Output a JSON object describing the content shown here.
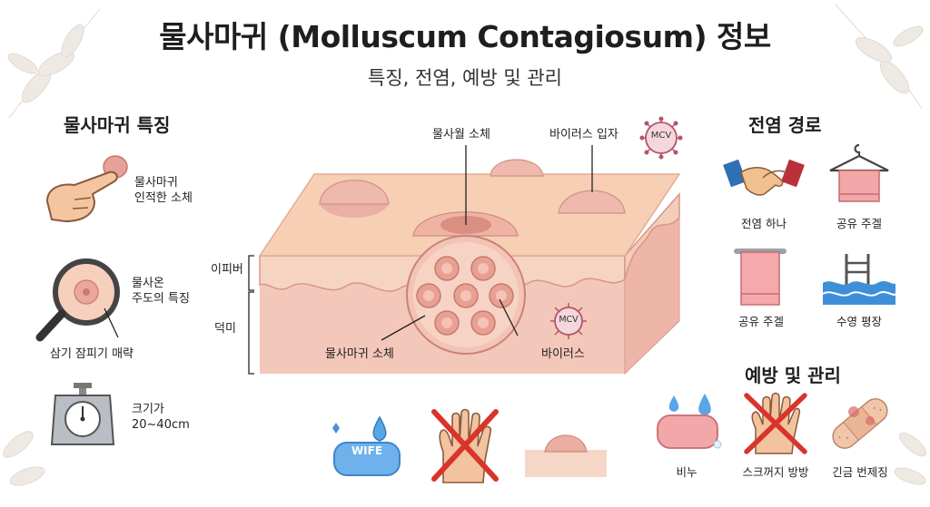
{
  "title": "물사마귀 (Molluscum Contagiosum) 정보",
  "subtitle": "특징, 전염, 예방 및 관리",
  "features": {
    "heading": "물사마귀 특징",
    "items": [
      {
        "text": "물사마귀\n인적한 소체",
        "icon": "finger-touch-icon"
      },
      {
        "text": "물사온\n주도의 특징",
        "icon": "magnifier-icon"
      },
      {
        "text": "삼기 잠피기 매략",
        "icon": "magnifier-caption"
      },
      {
        "text": "크기가\n20~40cm",
        "icon": "scale-icon"
      }
    ]
  },
  "diagram": {
    "label_top_body": "물사월 소체",
    "label_virus_particle": "바이러스 입자",
    "label_virus_badge": "MCV",
    "label_epidermis": "이피버",
    "label_dermis": "덕미",
    "label_body": "물사마귀 소체",
    "label_virus": "바이러스",
    "label_inner_badge": "MCV"
  },
  "bottom_icons": {
    "soap_label": "WIFE"
  },
  "transmission": {
    "heading": "전염 경로",
    "items": [
      {
        "label": "전염 하나",
        "icon": "handshake-icon"
      },
      {
        "label": "공유 주겔",
        "icon": "hanger-towel-icon"
      },
      {
        "label": "공유 주겔",
        "icon": "towel-icon"
      },
      {
        "label": "수영 평장",
        "icon": "pool-icon"
      }
    ]
  },
  "prevention": {
    "heading": "예방 및 관리",
    "items": [
      {
        "label": "비누",
        "icon": "soap-icon"
      },
      {
        "label": "스크꺼지 방방",
        "icon": "no-scratch-icon"
      },
      {
        "label": "긴금 번제징",
        "icon": "bandage-icon"
      }
    ]
  },
  "colors": {
    "skin_top": "#f6cfb4",
    "skin_side": "#f2bcae",
    "bump": "#e8a79c",
    "cross": "#d9342b",
    "water": "#3f8fd8"
  }
}
